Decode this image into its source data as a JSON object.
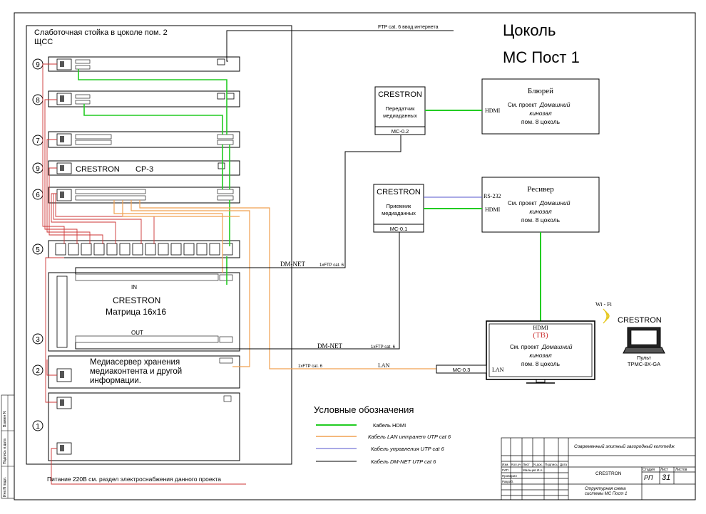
{
  "sheet": {
    "title_line1": "Цоколь",
    "title_line2": "МС Пост 1",
    "side_stamp": [
      "Взамен N",
      "Подпись и дата",
      "Инв.N подл."
    ]
  },
  "rack": {
    "title_line1": "Слаботочная стойка в цоколе пом. 2",
    "title_line2": "ЩСС",
    "positions": [
      "9",
      "8",
      "7",
      "9",
      "6",
      "5",
      "3",
      "2",
      "1"
    ],
    "crestron_cp3": "CRESTRON",
    "cp3_model": "CP-3",
    "matrix_brand": "CRESTRON",
    "matrix_model": "Матрица 16x16",
    "matrix_in": "IN",
    "matrix_out": "OUT",
    "mediaserver": [
      "Медиасервер хранения",
      "медиаконтента и другой",
      "информации."
    ],
    "power_note": "Питание 220В см. раздел электроснабжения данного проекта"
  },
  "internet_label": "FTP cat. 6  ввод интернета",
  "tx": {
    "brand": "CRESTRON",
    "line1": "Передатчик",
    "line2": "медиаданных",
    "code": "МС-0.2"
  },
  "rx": {
    "brand": "CRESTRON",
    "line1": "Приемник",
    "line2": "медиаданных",
    "code": "МС-0.1"
  },
  "bluray": {
    "title": "Блюрей",
    "port": "HDMI",
    "ref1": "См. проект",
    "ref1_it": "Домашний",
    "ref2": "кинозал",
    "ref3": "пом. 8 цоколь"
  },
  "receiver": {
    "title": "Ресивер",
    "port_rs": "RS-232",
    "port_hdmi": "HDMI",
    "ref1": "См. проект",
    "ref1_it": "Домашний",
    "ref2": "кинозал",
    "ref3": "пом. 8 цоколь"
  },
  "tv": {
    "port": "HDMI",
    "title": "(ТВ)",
    "ref1": "См. проект",
    "ref1_it": "Домашний",
    "ref2": "кинозал",
    "ref3": "пом. 8 цоколь",
    "lan": "LAN"
  },
  "mc03": "МС-0.3",
  "links": {
    "dmnet1": "DM-NET",
    "dmnet1_cable": "1xFTP cat. 6",
    "dmnet2": "DM-NET",
    "dmnet2_cable": "1xFTP cat. 6",
    "lan": "LAN",
    "lan_cable": "1xFTP cat. 6"
  },
  "remote": {
    "wifi": "Wi - Fi",
    "brand": "CRESTRON",
    "line1": "Пульт",
    "line2": "TPMC-8X-GA"
  },
  "legend": {
    "title": "Условные обозначения",
    "items": [
      {
        "label": "Кабель HDMI",
        "color": "#22cc22"
      },
      {
        "label": "Кабель LAN  интранет UTP cat 6",
        "color": "#f0a050"
      },
      {
        "label": "Кабель управления UTP cat 6",
        "color": "#5555cc"
      },
      {
        "label": "Кабель  DM-NET  UTP cat 6",
        "color": "#000000"
      }
    ]
  },
  "stamp": {
    "project": "Современный элитный загородный коттедж",
    "org": "CRESTRON",
    "stage_h": "Стадия",
    "sheet_h": "Лист",
    "sheets_h": "Листов",
    "stage": "РП",
    "sheet": "31",
    "desc1": "Структурная схема",
    "desc2": "системы МС Пост 1",
    "head_cells": [
      "Изм.",
      "Кол.уч",
      "Лист",
      "N док.",
      "Подпись",
      "Дата"
    ],
    "rows": [
      "ГИП",
      "Проверил",
      "Разраб."
    ],
    "gip_name": "Мальцев И.А."
  },
  "colors": {
    "hdmi": "#22cc22",
    "lan": "#f0a050",
    "control": "#5555cc",
    "dmnet": "#000000",
    "power": "#cc3333"
  }
}
